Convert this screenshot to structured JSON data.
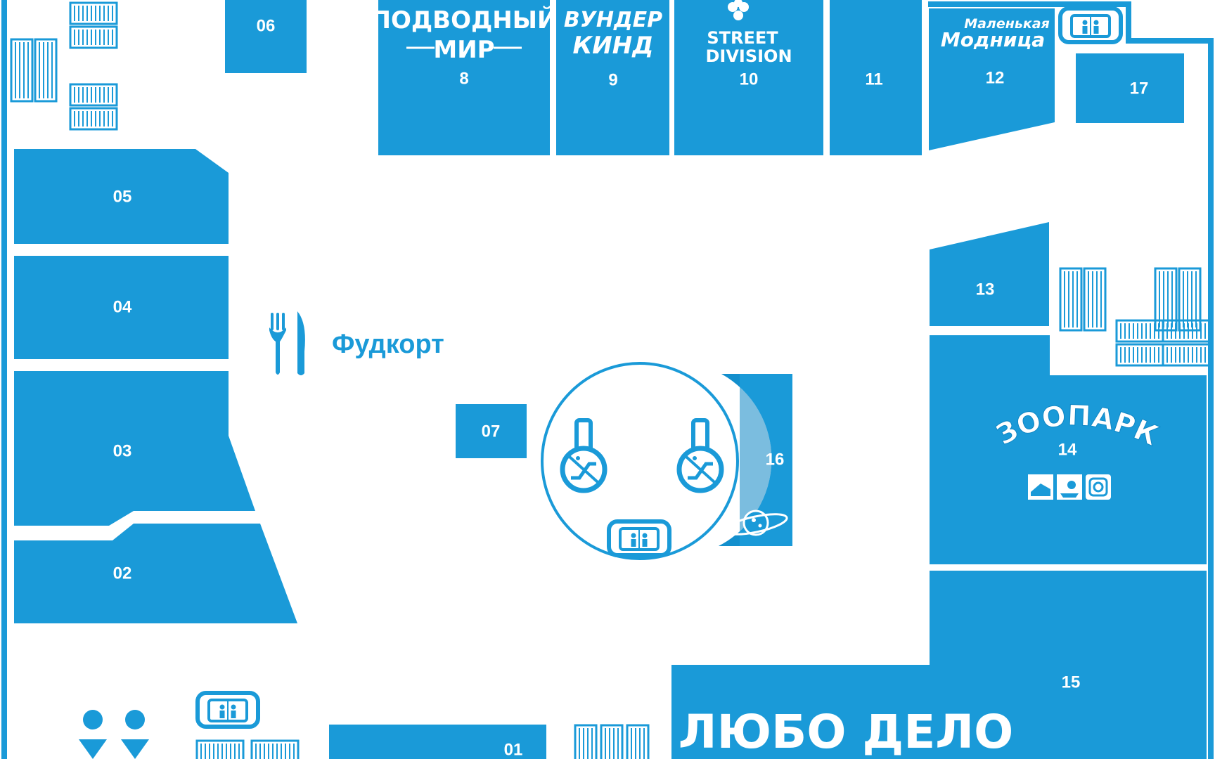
{
  "colors": {
    "unit_fill": "#1a9ad8",
    "unit_dark": "#0f86c4",
    "wall": "#1a9ad8",
    "background": "#ffffff"
  },
  "units": {
    "u01": "01",
    "u02": "02",
    "u03": "03",
    "u04": "04",
    "u05": "05",
    "u06": "06",
    "u07": "07",
    "u08": "8",
    "u09": "9",
    "u10": "10",
    "u11": "11",
    "u12": "12",
    "u13": "13",
    "u14": "14",
    "u15": "15",
    "u16": "16",
    "u17": "17"
  },
  "brands": {
    "podvodny_line1": "ПОДВОДНЫЙ",
    "podvodny_line2": "МИР",
    "wunder_line1": "ВУНДЕР",
    "wunder_line2": "КИНД",
    "street_line1": "STREET",
    "street_line2": "DIVISION",
    "modnitsa_line1": "Маленькая",
    "modnitsa_line2": "Модница",
    "zoopark": "ЗООПАРК",
    "lubo": "ЛЮБО ДЕЛО"
  },
  "foodcourt": {
    "label": "Фудкорт",
    "icon": "cutlery-icon"
  },
  "icons": [
    "elevator-icon",
    "escalator-icon",
    "restroom-icon",
    "stairs-icon",
    "planet-icon",
    "photo-icon"
  ]
}
